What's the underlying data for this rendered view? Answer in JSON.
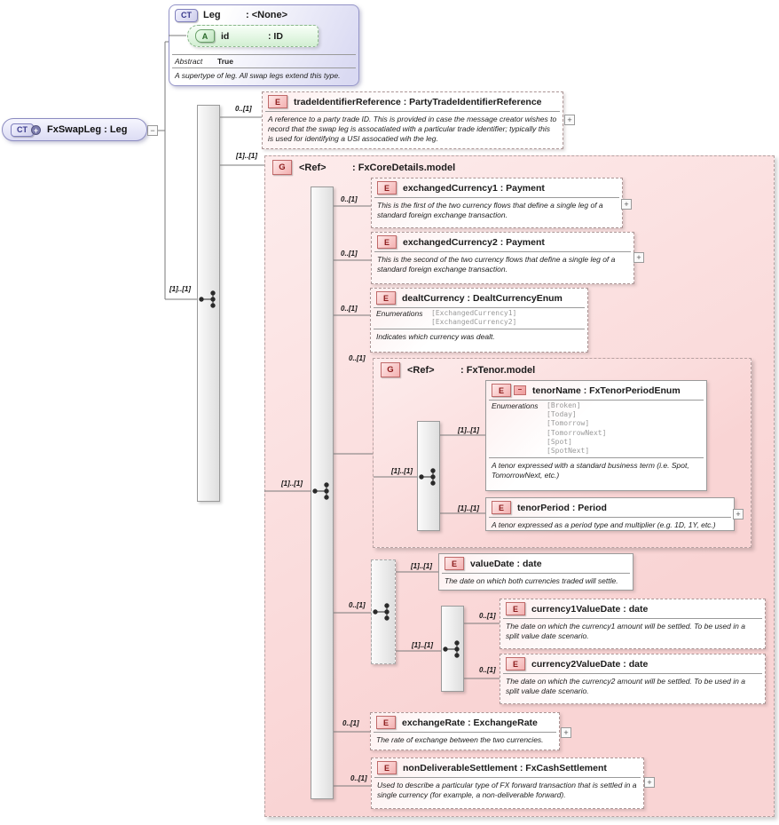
{
  "cardinality": {
    "optional": "0..[1]",
    "required": "[1]..[1]"
  },
  "glyphs": {
    "expand": "+",
    "collapse": "−"
  },
  "colors": {
    "element_badge_fill": "#f3b0b0",
    "group_fill": "#f9d4d4",
    "complex_type_fill": "#d9d9f2",
    "attribute_fill": "#d2efd2",
    "badge_letter_red": "#8b1a1a"
  },
  "base_type": {
    "badge": "CT",
    "name": "Leg",
    "type": ": <None>",
    "attribute": {
      "badge": "A",
      "name": "id",
      "type": ": ID"
    },
    "meta_label": "Abstract",
    "meta_value": "True",
    "description": "A supertype of leg. All swap legs extend this type."
  },
  "root_type": {
    "badge": "CT",
    "label": "FxSwapLeg : Leg"
  },
  "groups": {
    "fx_core_details": {
      "badge": "G",
      "name": "<Ref>",
      "type": ": FxCoreDetails.model"
    },
    "fx_tenor": {
      "badge": "G",
      "name": "<Ref>",
      "type": ": FxTenor.model"
    }
  },
  "elements": {
    "trade_identifier_reference": {
      "badge": "E",
      "title": "tradeIdentifierReference : PartyTradeIdentifierReference",
      "description": "A reference to a party trade ID. This is provided in case the message creator wishes to record that the swap leg is assocatiated with a particular trade identifier; typically this is used for identifying a USI assocatied wih the leg."
    },
    "exchanged_currency1": {
      "badge": "E",
      "title": "exchangedCurrency1 : Payment",
      "description": "This is the first of the two currency flows that define a single leg of a standard foreign exchange transaction."
    },
    "exchanged_currency2": {
      "badge": "E",
      "title": "exchangedCurrency2 : Payment",
      "description": "This is the second of the two currency flows that define a single leg of a standard foreign exchange transaction."
    },
    "dealt_currency": {
      "badge": "E",
      "title": "dealtCurrency : DealtCurrencyEnum",
      "enum_label": "Enumerations",
      "enumerations": [
        "[ExchangedCurrency1]",
        "[ExchangedCurrency2]"
      ],
      "description": "Indicates which currency was dealt."
    },
    "tenor_name": {
      "badge": "E",
      "title": "tenorName : FxTenorPeriodEnum",
      "enum_label": "Enumerations",
      "enumerations": [
        "[Broken]",
        "[Today]",
        "[Tomorrow]",
        "[TomorrowNext]",
        "[Spot]",
        "[SpotNext]"
      ],
      "description": "A tenor expressed with a standard business term (i.e. Spot, TomorrowNext, etc.)"
    },
    "tenor_period": {
      "badge": "E",
      "title": "tenorPeriod : Period",
      "description": "A tenor expressed as a period type and multiplier (e.g. 1D, 1Y, etc.)"
    },
    "value_date": {
      "badge": "E",
      "title": "valueDate : date",
      "description": "The date on which both currencies traded will settle."
    },
    "currency1_value_date": {
      "badge": "E",
      "title": "currency1ValueDate : date",
      "description": "The date on which the currency1 amount will be settled. To be used in a split value date scenario."
    },
    "currency2_value_date": {
      "badge": "E",
      "title": "currency2ValueDate : date",
      "description": "The date on which the currency2 amount will be settled. To be used in a split value date scenario."
    },
    "exchange_rate": {
      "badge": "E",
      "title": "exchangeRate : ExchangeRate",
      "description": "The rate of exchange between the two currencies."
    },
    "non_deliverable_settlement": {
      "badge": "E",
      "title": "nonDeliverableSettlement : FxCashSettlement",
      "description": "Used to describe a particular type of FX forward transaction that is settled in a single currency (for example, a non-deliverable forward)."
    }
  }
}
